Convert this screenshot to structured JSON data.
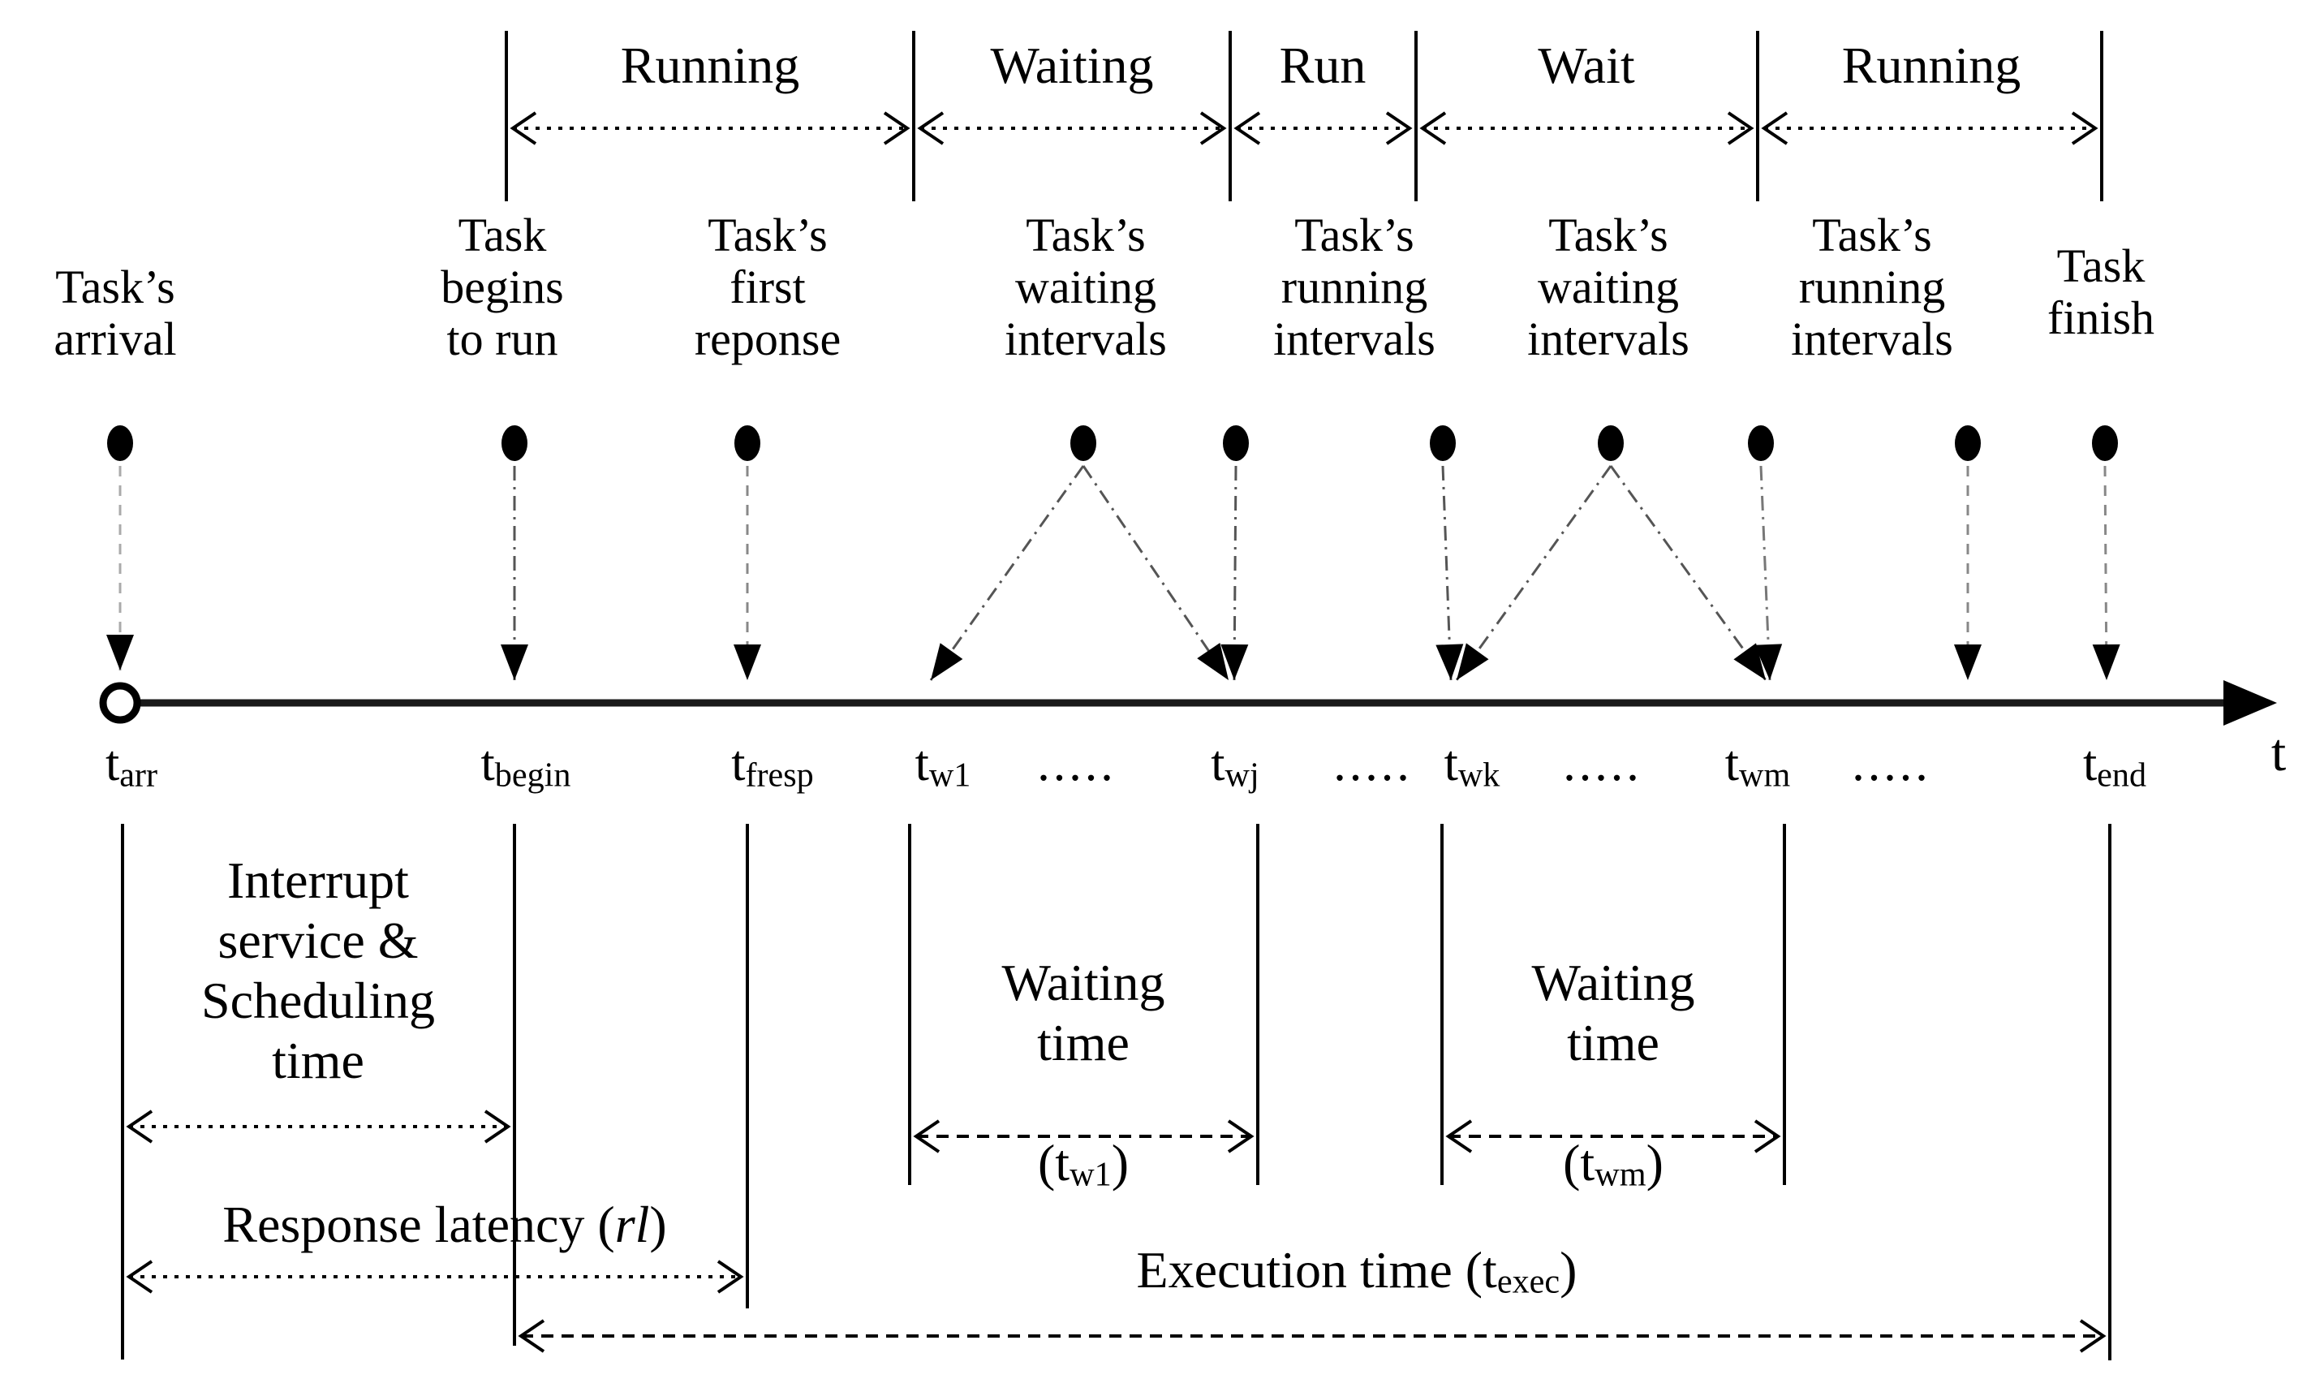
{
  "phases": [
    {
      "label": "Running"
    },
    {
      "label": "Waiting"
    },
    {
      "label": "Run"
    },
    {
      "label": "Wait"
    },
    {
      "label": "Running"
    }
  ],
  "events": [
    {
      "label": "Task’s\narrival"
    },
    {
      "label": "Task\nbegins\nto run"
    },
    {
      "label": "Task’s\nfirst\nreponse"
    },
    {
      "label": "Task’s\nwaiting\nintervals"
    },
    {
      "label": "Task’s\nrunning\nintervals"
    },
    {
      "label": "Task’s\nwaiting\nintervals"
    },
    {
      "label": "Task’s\nrunning\nintervals"
    },
    {
      "label": "Task\nfinish"
    }
  ],
  "axis": {
    "label": "t",
    "ellipsis": ".....",
    "ticks": [
      {
        "base": "t",
        "sub": "arr"
      },
      {
        "base": "t",
        "sub": "begin"
      },
      {
        "base": "t",
        "sub": "fresp"
      },
      {
        "base": "t",
        "sub": "w1"
      },
      {
        "base": "t",
        "sub": "wj"
      },
      {
        "base": "t",
        "sub": "wk"
      },
      {
        "base": "t",
        "sub": "wm"
      },
      {
        "base": "t",
        "sub": "end"
      }
    ]
  },
  "spans": {
    "interrupt": {
      "label": "Interrupt\nservice &\nScheduling\ntime"
    },
    "waiting1": {
      "title": "Waiting\ntime",
      "open": "(t",
      "sub": "w1",
      "close": ")"
    },
    "waiting2": {
      "title": "Waiting\ntime",
      "open": "(t",
      "sub": "wm",
      "close": ")"
    },
    "response": {
      "prefix": "Response latency (",
      "italic": "rl",
      "suffix": ")"
    },
    "execution": {
      "prefix": "Execution time (t",
      "sub": "exec",
      "suffix": ")"
    }
  },
  "colors": {
    "ink": "#000000",
    "background": "#ffffff",
    "light_dash": "#aaaaaa",
    "mid_dash": "#555555"
  }
}
